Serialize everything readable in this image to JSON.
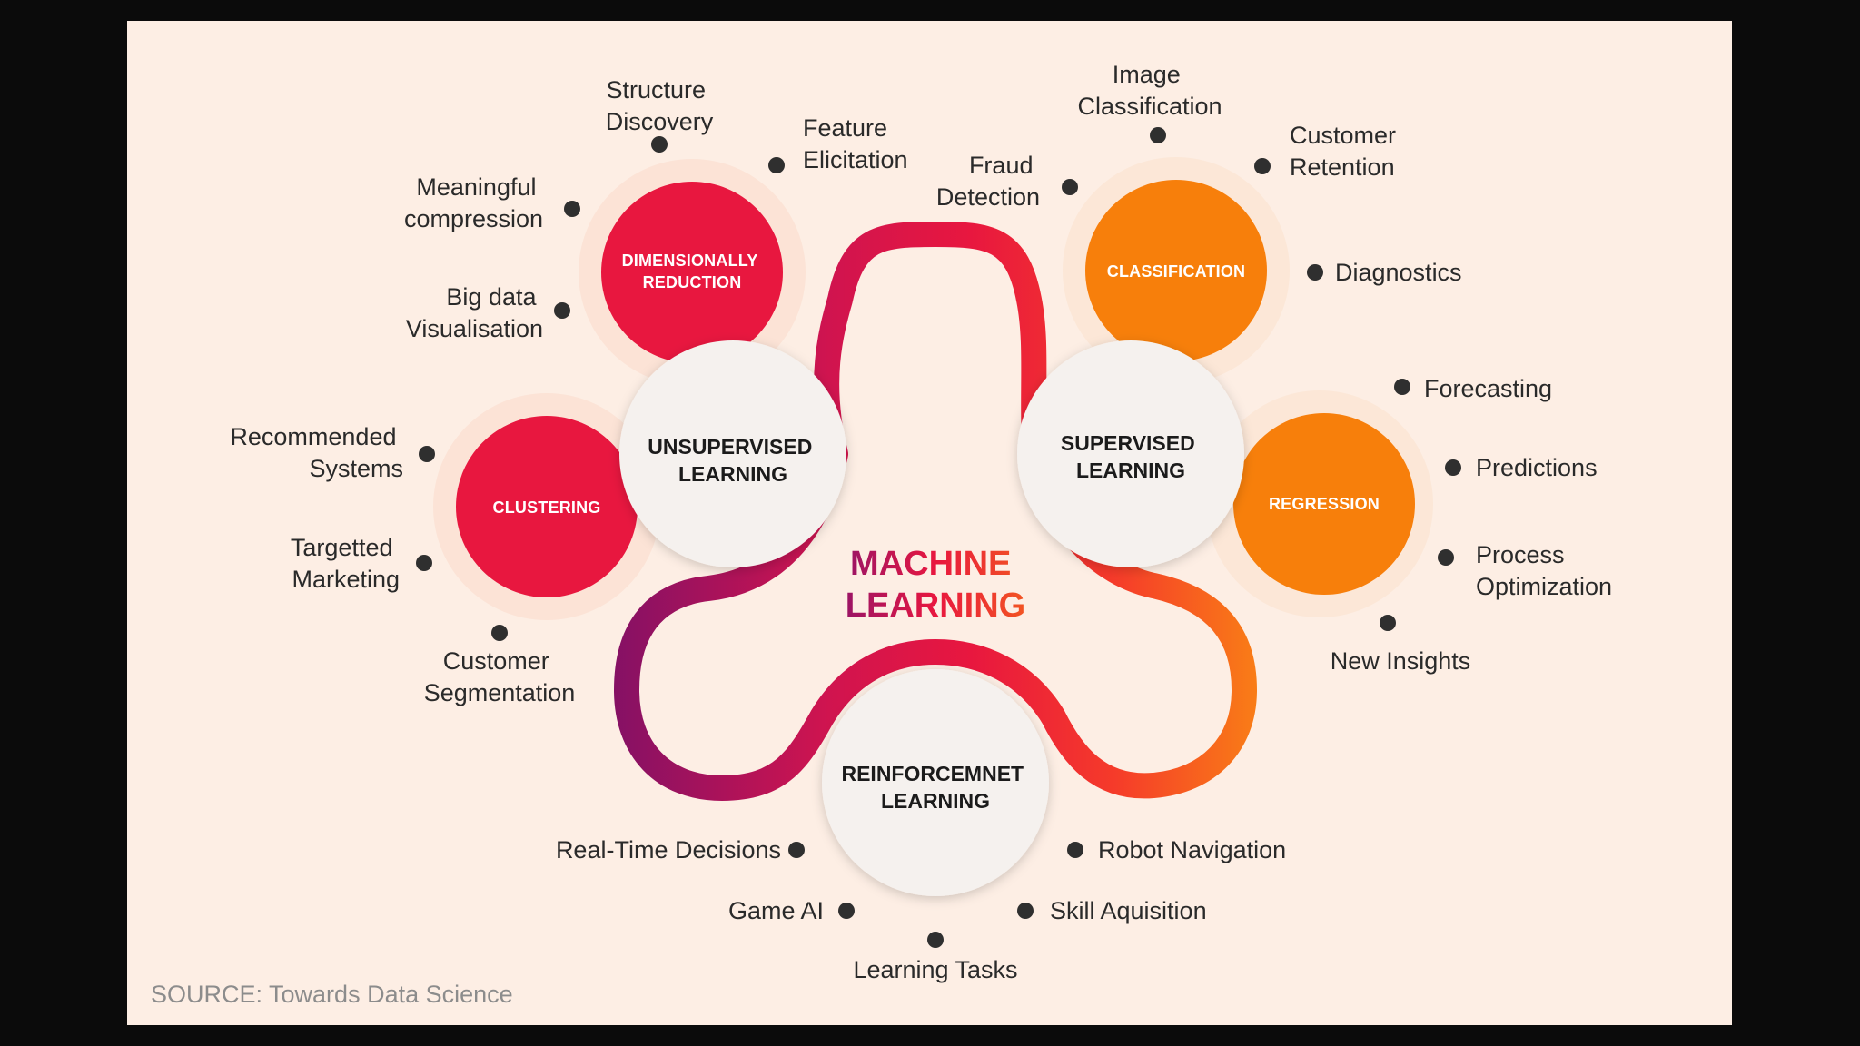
{
  "title": [
    "MACHINE",
    "LEARNING"
  ],
  "hubs": {
    "unsupervised": [
      "UNSUPERVISED",
      "LEARNING"
    ],
    "supervised": [
      "SUPERVISED",
      "LEARNING"
    ],
    "reinforcement": [
      "REINFORCEMNET",
      "LEARNING"
    ]
  },
  "categories": {
    "dimensionality": [
      "DIMENSIONALLY",
      "REDUCTION"
    ],
    "clustering": [
      "CLUSTERING"
    ],
    "classification": [
      "CLASSIFICATION"
    ],
    "regression": [
      "REGRESSION"
    ]
  },
  "leaves": {
    "structure_discovery": [
      "Structure",
      "Discovery"
    ],
    "feature_elicitation": [
      "Feature",
      "Elicitation"
    ],
    "meaningful_compression": [
      "Meaningful",
      "compression"
    ],
    "big_data_visualisation": [
      "Big data",
      "Visualisation"
    ],
    "recommended_systems": [
      "Recommended",
      "Systems"
    ],
    "targetted_marketing": [
      "Targetted",
      "Marketing"
    ],
    "customer_segmentation": [
      "Customer",
      "Segmentation"
    ],
    "image_classification": [
      "Image",
      "Classification"
    ],
    "fraud_detection": [
      "Fraud",
      "Detection"
    ],
    "customer_retention": [
      "Customer",
      "Retention"
    ],
    "diagnostics": [
      "Diagnostics"
    ],
    "forecasting": [
      "Forecasting"
    ],
    "predictions": [
      "Predictions"
    ],
    "process_optimization": [
      "Process",
      "Optimization"
    ],
    "new_insights": [
      "New Insights"
    ],
    "real_time_decisions": [
      "Real-Time Decisions"
    ],
    "robot_navigation": [
      "Robot Navigation"
    ],
    "game_ai": [
      "Game AI"
    ],
    "skill_aquisition": [
      "Skill Aquisition"
    ],
    "learning_tasks": [
      "Learning Tasks"
    ]
  },
  "source": "SOURCE: Towards Data Science",
  "colors": {
    "background": "#fdeee4",
    "frame": "#0b0b0b",
    "red": "#e8173f",
    "orange": "#f77f0b",
    "magenta": "#b0167a",
    "purple": "#7a1068",
    "hub": "#f5f1ee"
  }
}
